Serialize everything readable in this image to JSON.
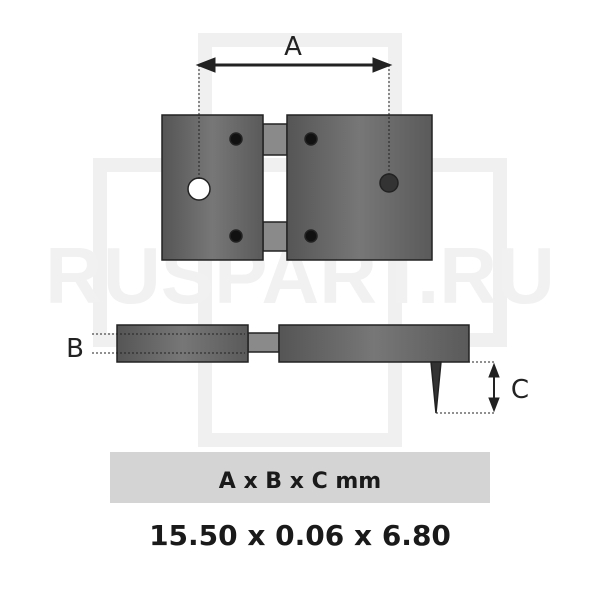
{
  "watermark": "RUSPART.RU",
  "labels": {
    "a": "A",
    "b": "B",
    "c": "C"
  },
  "spec_header": "A x B x C mm",
  "spec_values": "15.50 x 0.06 x 6.80",
  "colors": {
    "plate": "#5f5f5f",
    "plate_light": "#8a8a8a",
    "band": "#d4d4d4",
    "outline": "#222222"
  }
}
